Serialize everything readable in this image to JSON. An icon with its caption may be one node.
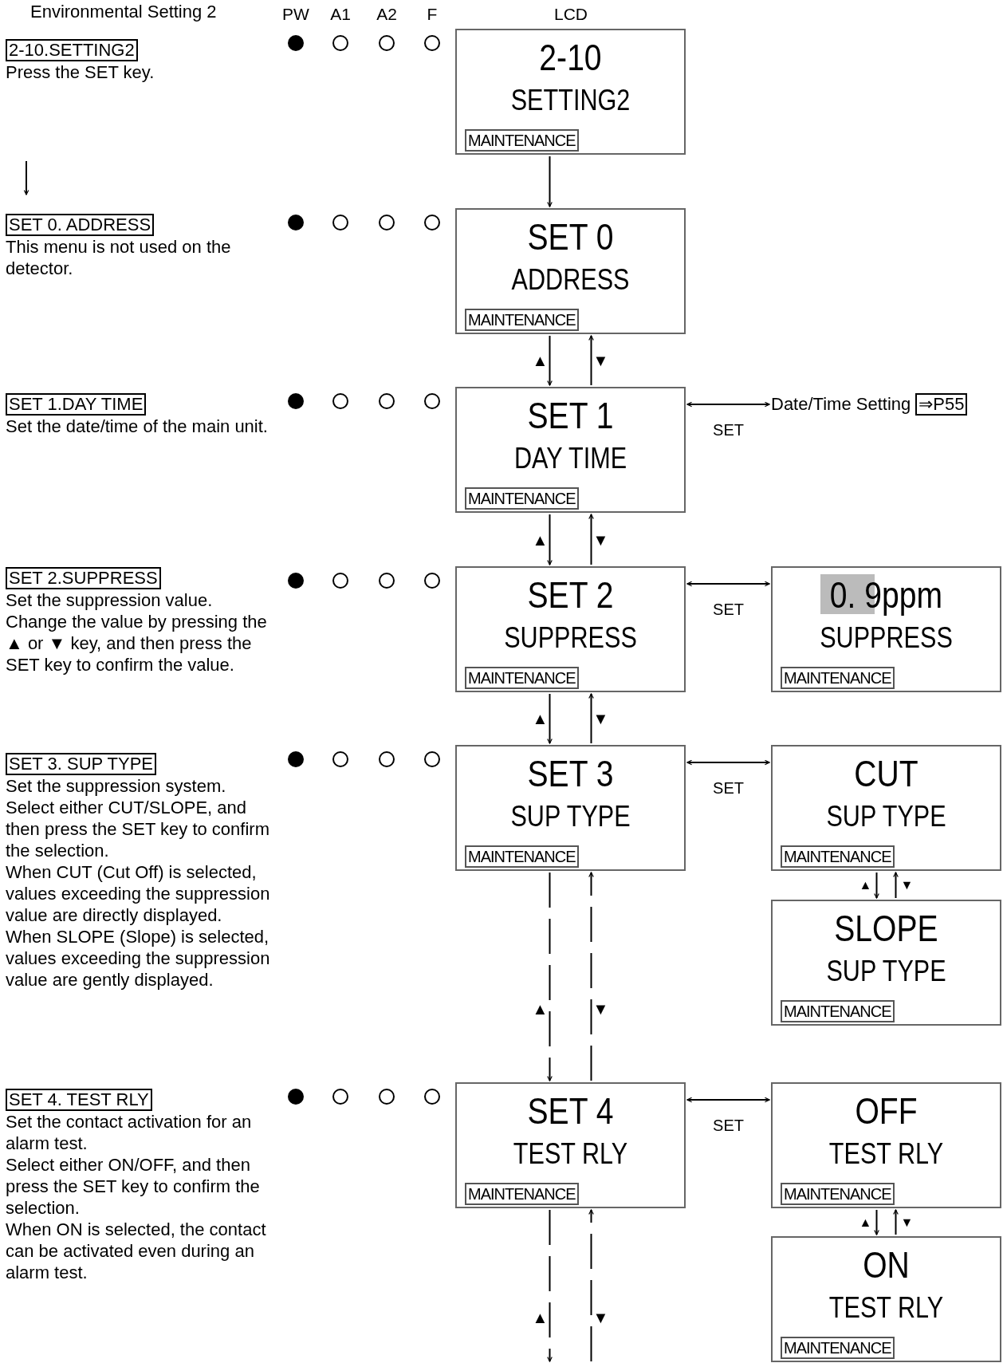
{
  "diagram": {
    "title": "Environmental Setting 2",
    "nodes": [
      {
        "text": [
          "2-10",
          "SETTING2",
          "MAINTENANCE"
        ]
      },
      {
        "text": [
          "SET 0",
          "ADDRESS",
          "MAINTENANCE"
        ]
      },
      {
        "text": [
          "SET 1",
          "DAY TIME",
          "MAINTENANCE"
        ]
      },
      {
        "text": [
          "Date/Time Setting",
          "⇒P55"
        ]
      },
      {
        "text": [
          "SET 2",
          "SUPPRESS",
          "MAINTENANCE"
        ]
      },
      {
        "text": [
          "0. 9ppm",
          "SUPPRESS",
          "MAINTENANCE"
        ]
      },
      {
        "text": [
          "SET 3",
          "SUP TYPE",
          "MAINTENANCE"
        ]
      },
      {
        "text": [
          "CUT",
          "SUP TYPE",
          "MAINTENANCE"
        ]
      },
      {
        "text": [
          "SLOPE",
          "SUP TYPE",
          "MAINTENANCE"
        ]
      },
      {
        "text": [
          "SET 4",
          "TEST RLY",
          "MAINTENANCE"
        ]
      },
      {
        "text": [
          "OFF",
          "TEST RLY",
          "MAINTENANCE"
        ]
      },
      {
        "text": [
          "ON",
          "TEST RLY",
          "MAINTENANCE"
        ]
      }
    ],
    "edges": [
      {
        "from": 0,
        "to": 1,
        "arrow": "to"
      },
      {
        "from": 1,
        "to": 2,
        "arrow": "to",
        "label": "▲"
      },
      {
        "from": 2,
        "to": 1,
        "arrow": "to",
        "label": "▼"
      },
      {
        "from": 2,
        "to": 3,
        "arrow": "both",
        "label": "SET"
      },
      {
        "from": 2,
        "to": 4,
        "arrow": "to",
        "label": "▲"
      },
      {
        "from": 4,
        "to": 2,
        "arrow": "to",
        "label": "▼"
      },
      {
        "from": 4,
        "to": 5,
        "arrow": "both",
        "label": "SET"
      },
      {
        "from": 4,
        "to": 6,
        "arrow": "to",
        "label": "▲"
      },
      {
        "from": 6,
        "to": 4,
        "arrow": "to",
        "label": "▼"
      },
      {
        "from": 6,
        "to": 7,
        "arrow": "both",
        "label": "SET"
      },
      {
        "from": 7,
        "to": 8,
        "arrow": "to",
        "label": "▲"
      },
      {
        "from": 8,
        "to": 7,
        "arrow": "to",
        "label": "▼"
      },
      {
        "from": 6,
        "to": 9,
        "arrow": "to",
        "label": "▲",
        "style": "dashed"
      },
      {
        "from": 9,
        "to": 6,
        "arrow": "to",
        "label": "▼",
        "style": "dashed"
      },
      {
        "from": 9,
        "to": 10,
        "arrow": "both",
        "label": "SET"
      },
      {
        "from": 10,
        "to": 11,
        "arrow": "to",
        "label": "▲"
      },
      {
        "from": 11,
        "to": 10,
        "arrow": "to",
        "label": "▼"
      },
      {
        "from": 9,
        "to": null,
        "arrow": "to",
        "label": "▲",
        "style": "dashed"
      },
      {
        "from": null,
        "to": 9,
        "arrow": "to",
        "label": "▼",
        "style": "dashed"
      }
    ],
    "labels": [
      "PW",
      "A1",
      "A2",
      "F",
      "LCD",
      "2-10.SETTING2",
      "Press the SET key.",
      "SET 0. ADDRESS",
      "This menu is not used on the detector.",
      "SET 1.DAY TIME",
      "Set the date/time of the main unit.",
      "SET 2.SUPPRESS",
      "Set the suppression value.",
      "Change the value by pressing the ▲ or ▼ key, and then press the SET key to confirm the value.",
      "SET 3. SUP TYPE",
      "Set the suppression system.",
      "Select either CUT/SLOPE, and then press the SET key to confirm the selection.",
      "When CUT (Cut Off) is selected, values exceeding the suppression value are directly displayed. When SLOPE (Slope) is selected, values exceeding the suppression value are gently displayed.",
      "SET 4. TEST RLY",
      "Set the contact activation for an alarm test.",
      "Select either ON/OFF, and then press the SET key to confirm the selection.",
      "When ON is selected, the contact can be activated even during an alarm test."
    ]
  }
}
